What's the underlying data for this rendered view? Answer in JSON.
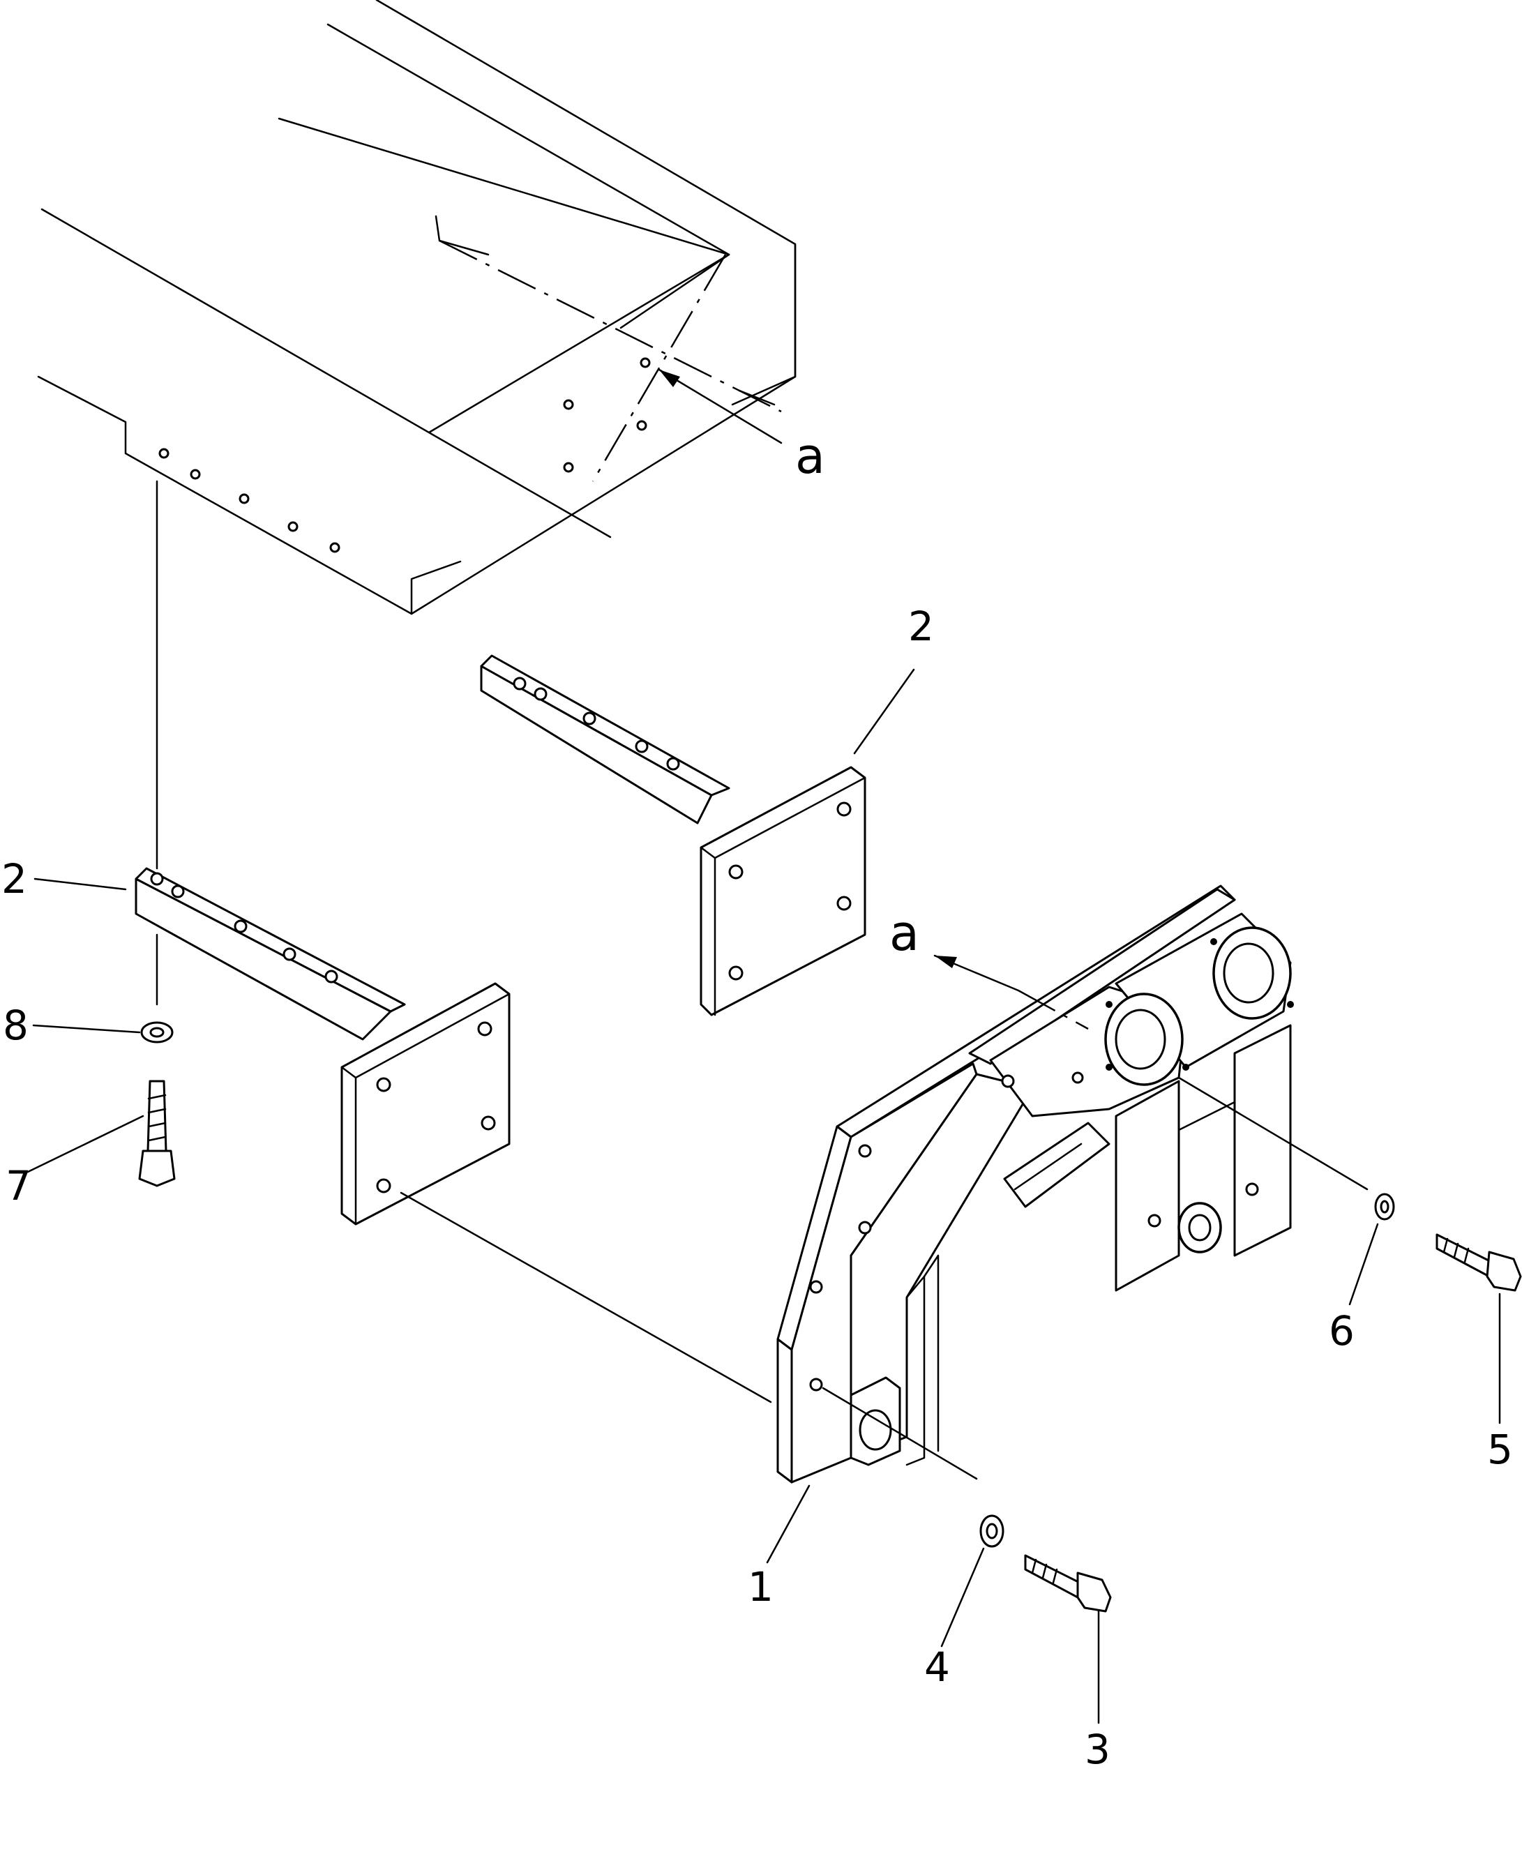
{
  "callouts": {
    "c1": "1",
    "c2a": "2",
    "c2b": "2",
    "c3": "3",
    "c4": "4",
    "c5": "5",
    "c6": "6",
    "c7": "7",
    "c8": "8",
    "a_top": "a",
    "a_mid": "a"
  },
  "colors": {
    "line": "#000000",
    "background": "#ffffff"
  }
}
